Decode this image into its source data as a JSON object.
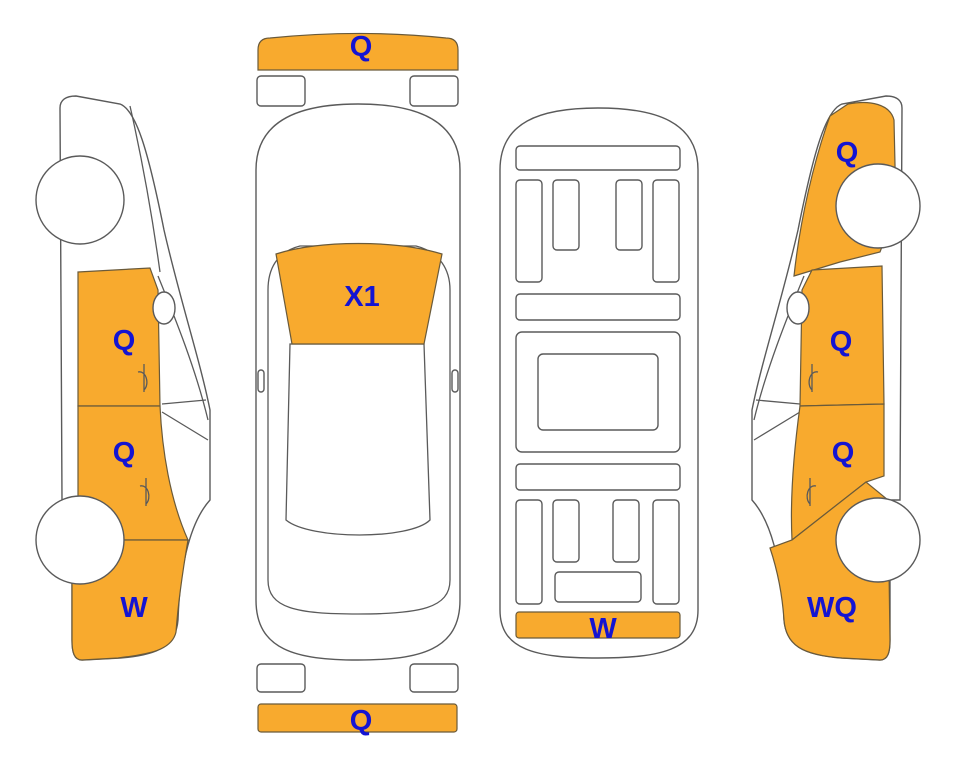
{
  "colors": {
    "damage_fill": "#F8AA2E",
    "label_text": "#1414D2",
    "outline": "#5A5A5A"
  },
  "marks": {
    "front_bumper": "Q",
    "rear_bumper": "Q",
    "windshield": "X1",
    "left_front_door": "Q",
    "left_rear_door": "Q",
    "left_rear_quarter": "W",
    "underbody_rear": "W",
    "right_rear_quarter": "Q",
    "right_rear_door": "Q",
    "right_front_door": "Q",
    "right_front_quarter": "WQ"
  }
}
